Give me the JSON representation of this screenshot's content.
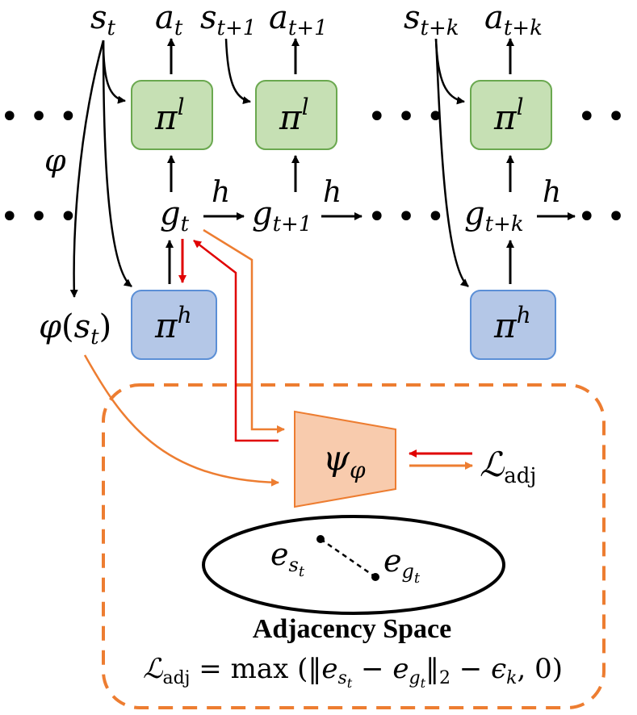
{
  "states": {
    "s_t": {
      "base": "s",
      "sub": "t"
    },
    "s_t1": {
      "base": "s",
      "sub": "t+1"
    },
    "s_tk": {
      "base": "s",
      "sub": "t+k"
    }
  },
  "actions": {
    "a_t": {
      "base": "a",
      "sub": "t"
    },
    "a_t1": {
      "base": "a",
      "sub": "t+1"
    },
    "a_tk": {
      "base": "a",
      "sub": "t+k"
    }
  },
  "goals": {
    "g_t": {
      "base": "g",
      "sub": "t"
    },
    "g_t1": {
      "base": "g",
      "sub": "t+1"
    },
    "g_tk": {
      "base": "g",
      "sub": "t+k"
    }
  },
  "policies": {
    "low": {
      "base": "π",
      "sup": "l"
    },
    "high": {
      "base": "π",
      "sup": "h"
    }
  },
  "transition_label": "h",
  "embedding_fn": "φ",
  "embedding_output": {
    "fn": "φ",
    "open": "(",
    "base": "s",
    "sub": "t",
    "close": ")"
  },
  "ellipsis": "• • •",
  "network": {
    "base": "ψ",
    "sub": "φ"
  },
  "loss": {
    "base": "ℒ",
    "sub": "adj"
  },
  "embeddings": {
    "e_s": {
      "base": "e",
      "sub": "s",
      "subsub": "t"
    },
    "e_g": {
      "base": "e",
      "sub": "g",
      "subsub": "t"
    }
  },
  "adjacency_title": "Adjacency Space",
  "formula": {
    "lhs_base": "ℒ",
    "lhs_sub": "adj",
    "eq": " = max (‖",
    "e1": "e",
    "e1_sub": "s",
    "e1_subsub": "t",
    "minus1": " − ",
    "e2": "e",
    "e2_sub": "g",
    "e2_subsub": "t",
    "norm_close": "‖",
    "norm_sub": "2",
    "minus2": " − ",
    "eps": "ϵ",
    "eps_sub": "k",
    "tail": ", 0)"
  },
  "colors": {
    "green_fill": "#c6e0b4",
    "green_stroke": "#6aa84f",
    "blue_fill": "#b4c7e7",
    "blue_stroke": "#5b8fd6",
    "orange": "#ed7d31",
    "orange_fill": "#f8cbad",
    "red": "#e00000"
  }
}
